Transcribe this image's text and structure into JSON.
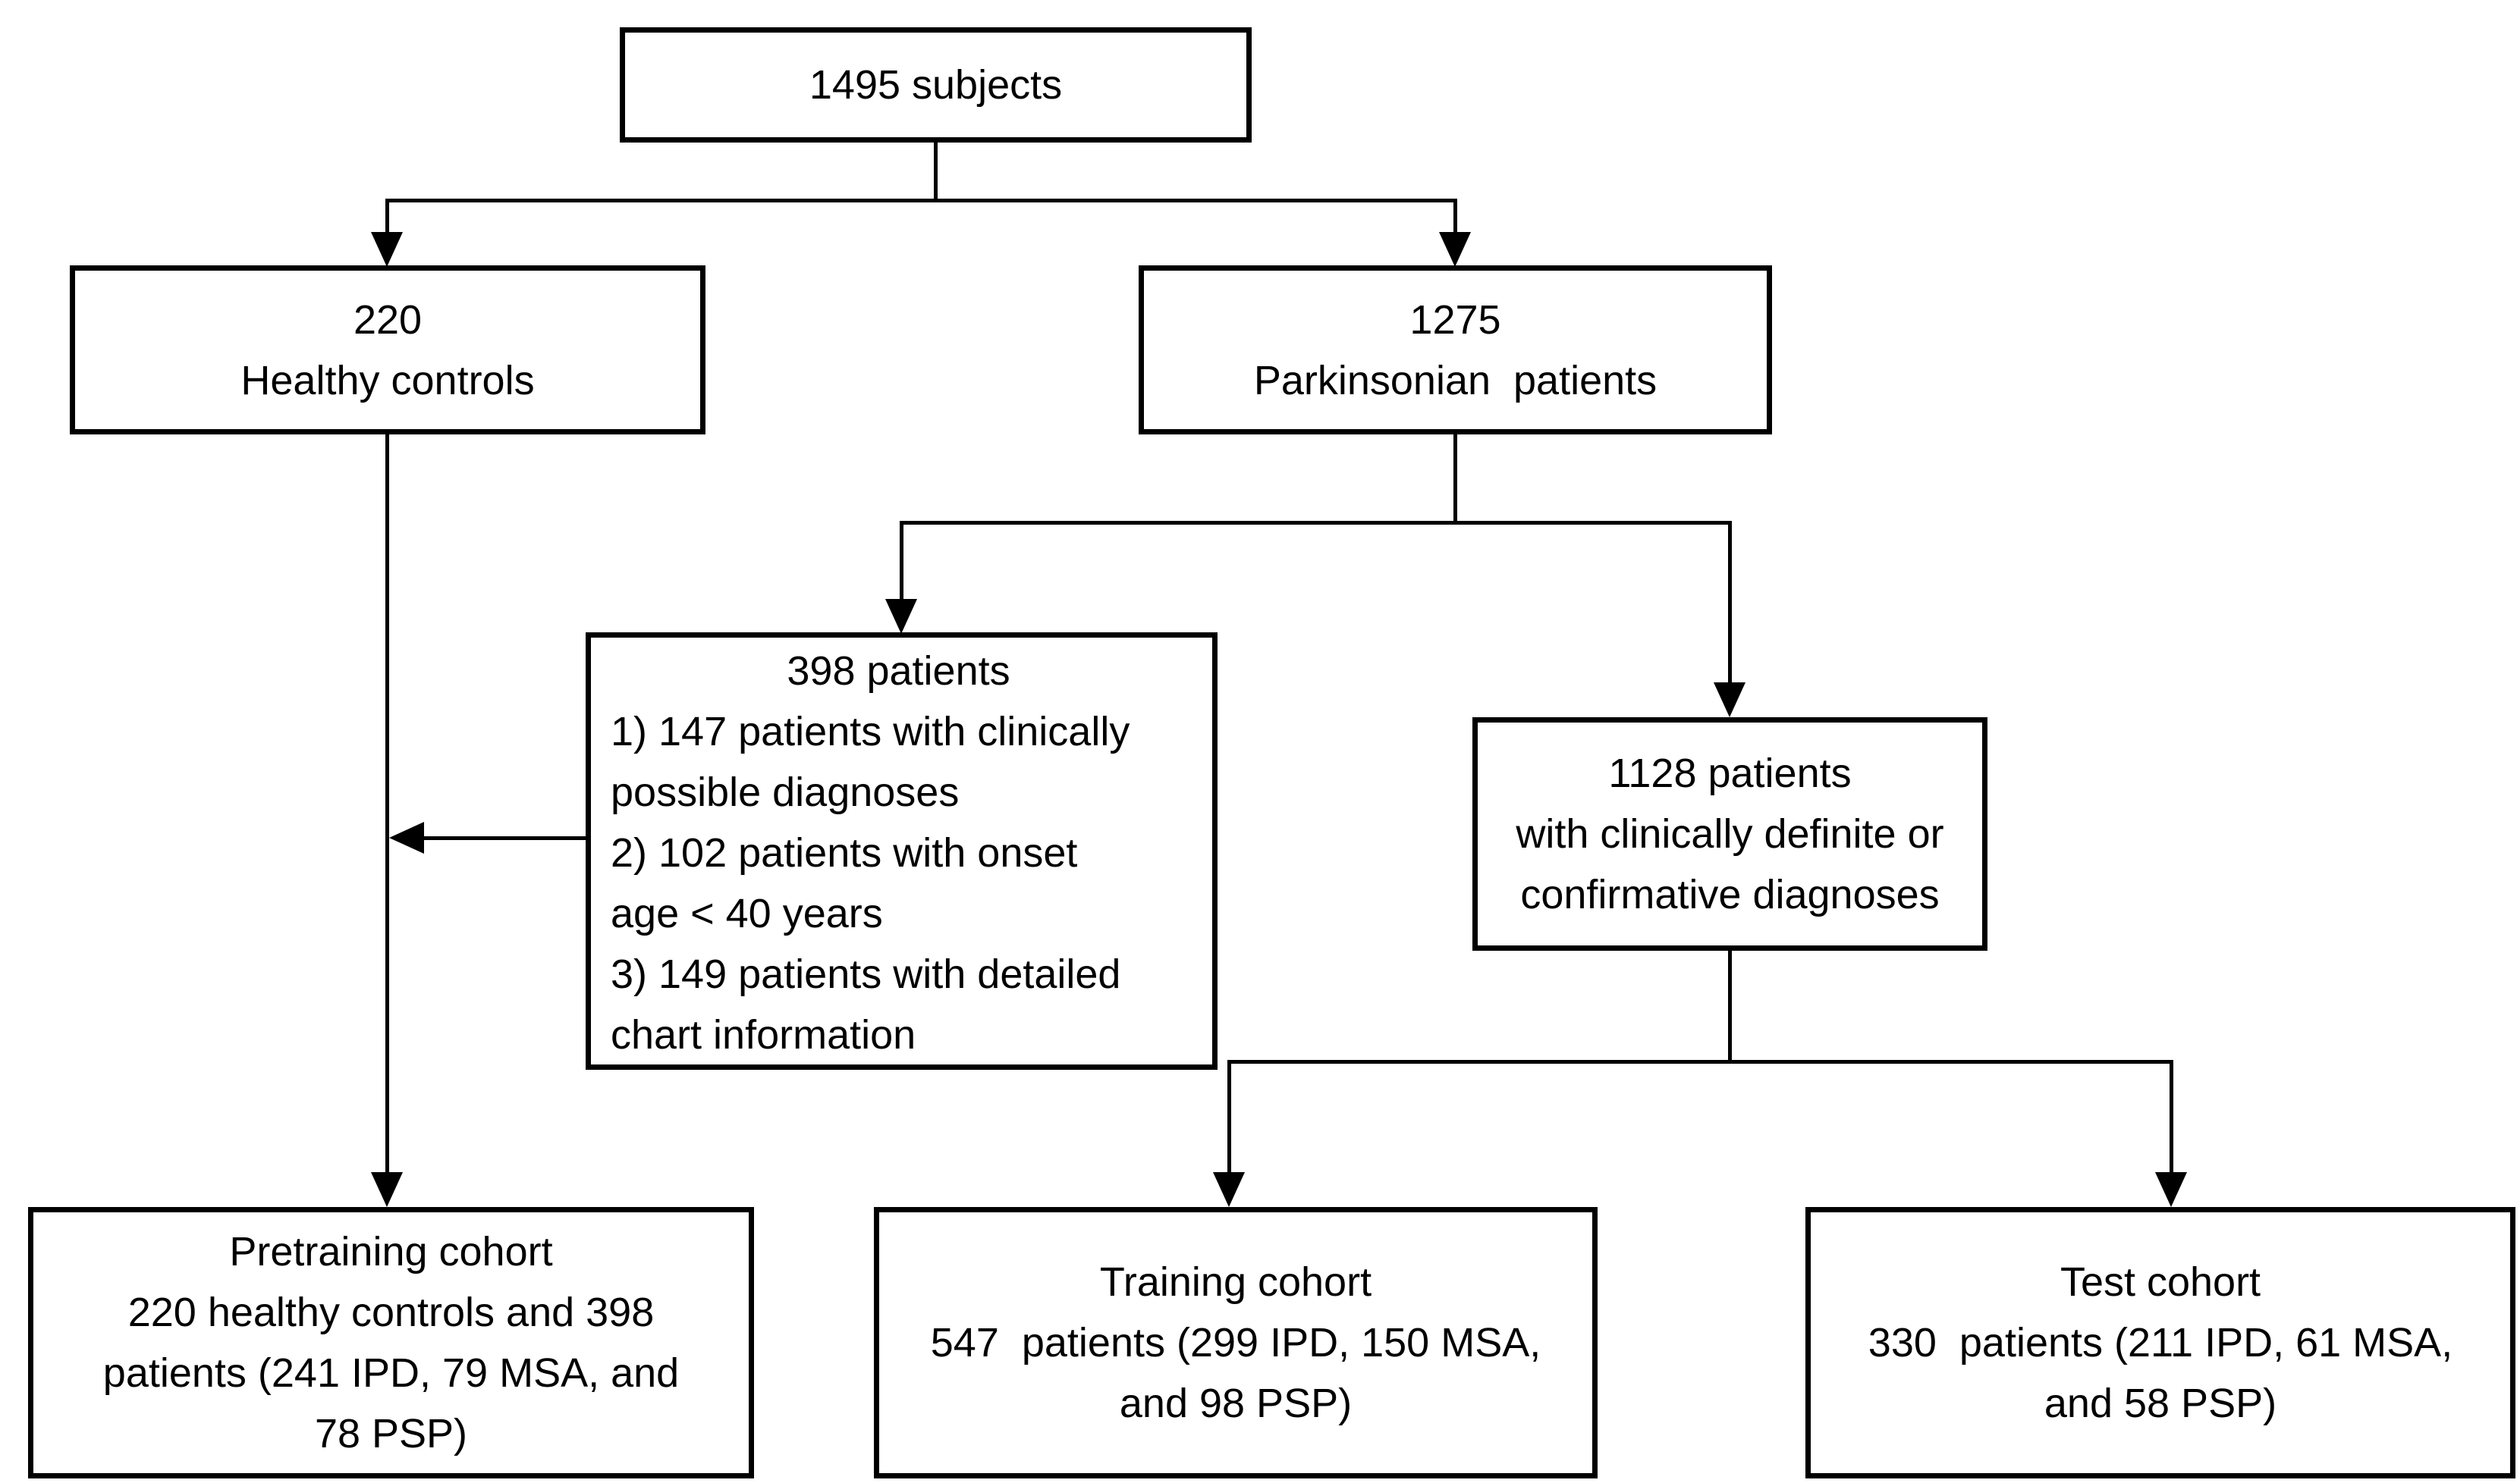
{
  "figure": {
    "type": "flowchart",
    "background_color": "#ffffff",
    "line_color": "#000000",
    "boxes": {
      "subjects": {
        "lines": [
          "1495 subjects"
        ]
      },
      "healthy": {
        "lines": [
          "220",
          "Healthy controls"
        ]
      },
      "parkinsonian": {
        "lines": [
          "1275",
          "Parkinsonian  patients"
        ]
      },
      "excluded": {
        "lines": [
          "398 patients",
          "1) 147 patients with clinically",
          "possible diagnoses",
          "2) 102 patients with onset",
          "age < 40 years",
          "3) 149 patients with detailed",
          "chart information"
        ]
      },
      "definite": {
        "lines": [
          "1128 patients",
          "with clinically definite or",
          "confirmative diagnoses"
        ]
      },
      "pretraining": {
        "lines": [
          "Pretraining cohort",
          "220 healthy controls and 398",
          "patients (241 IPD, 79 MSA, and",
          "78 PSP)"
        ]
      },
      "training": {
        "lines": [
          "Training cohort",
          "547  patients (299 IPD, 150 MSA,",
          "and 98 PSP)"
        ]
      },
      "test": {
        "lines": [
          "Test cohort",
          "330  patients (211 IPD, 61 MSA,",
          "and 58 PSP)"
        ]
      }
    }
  }
}
